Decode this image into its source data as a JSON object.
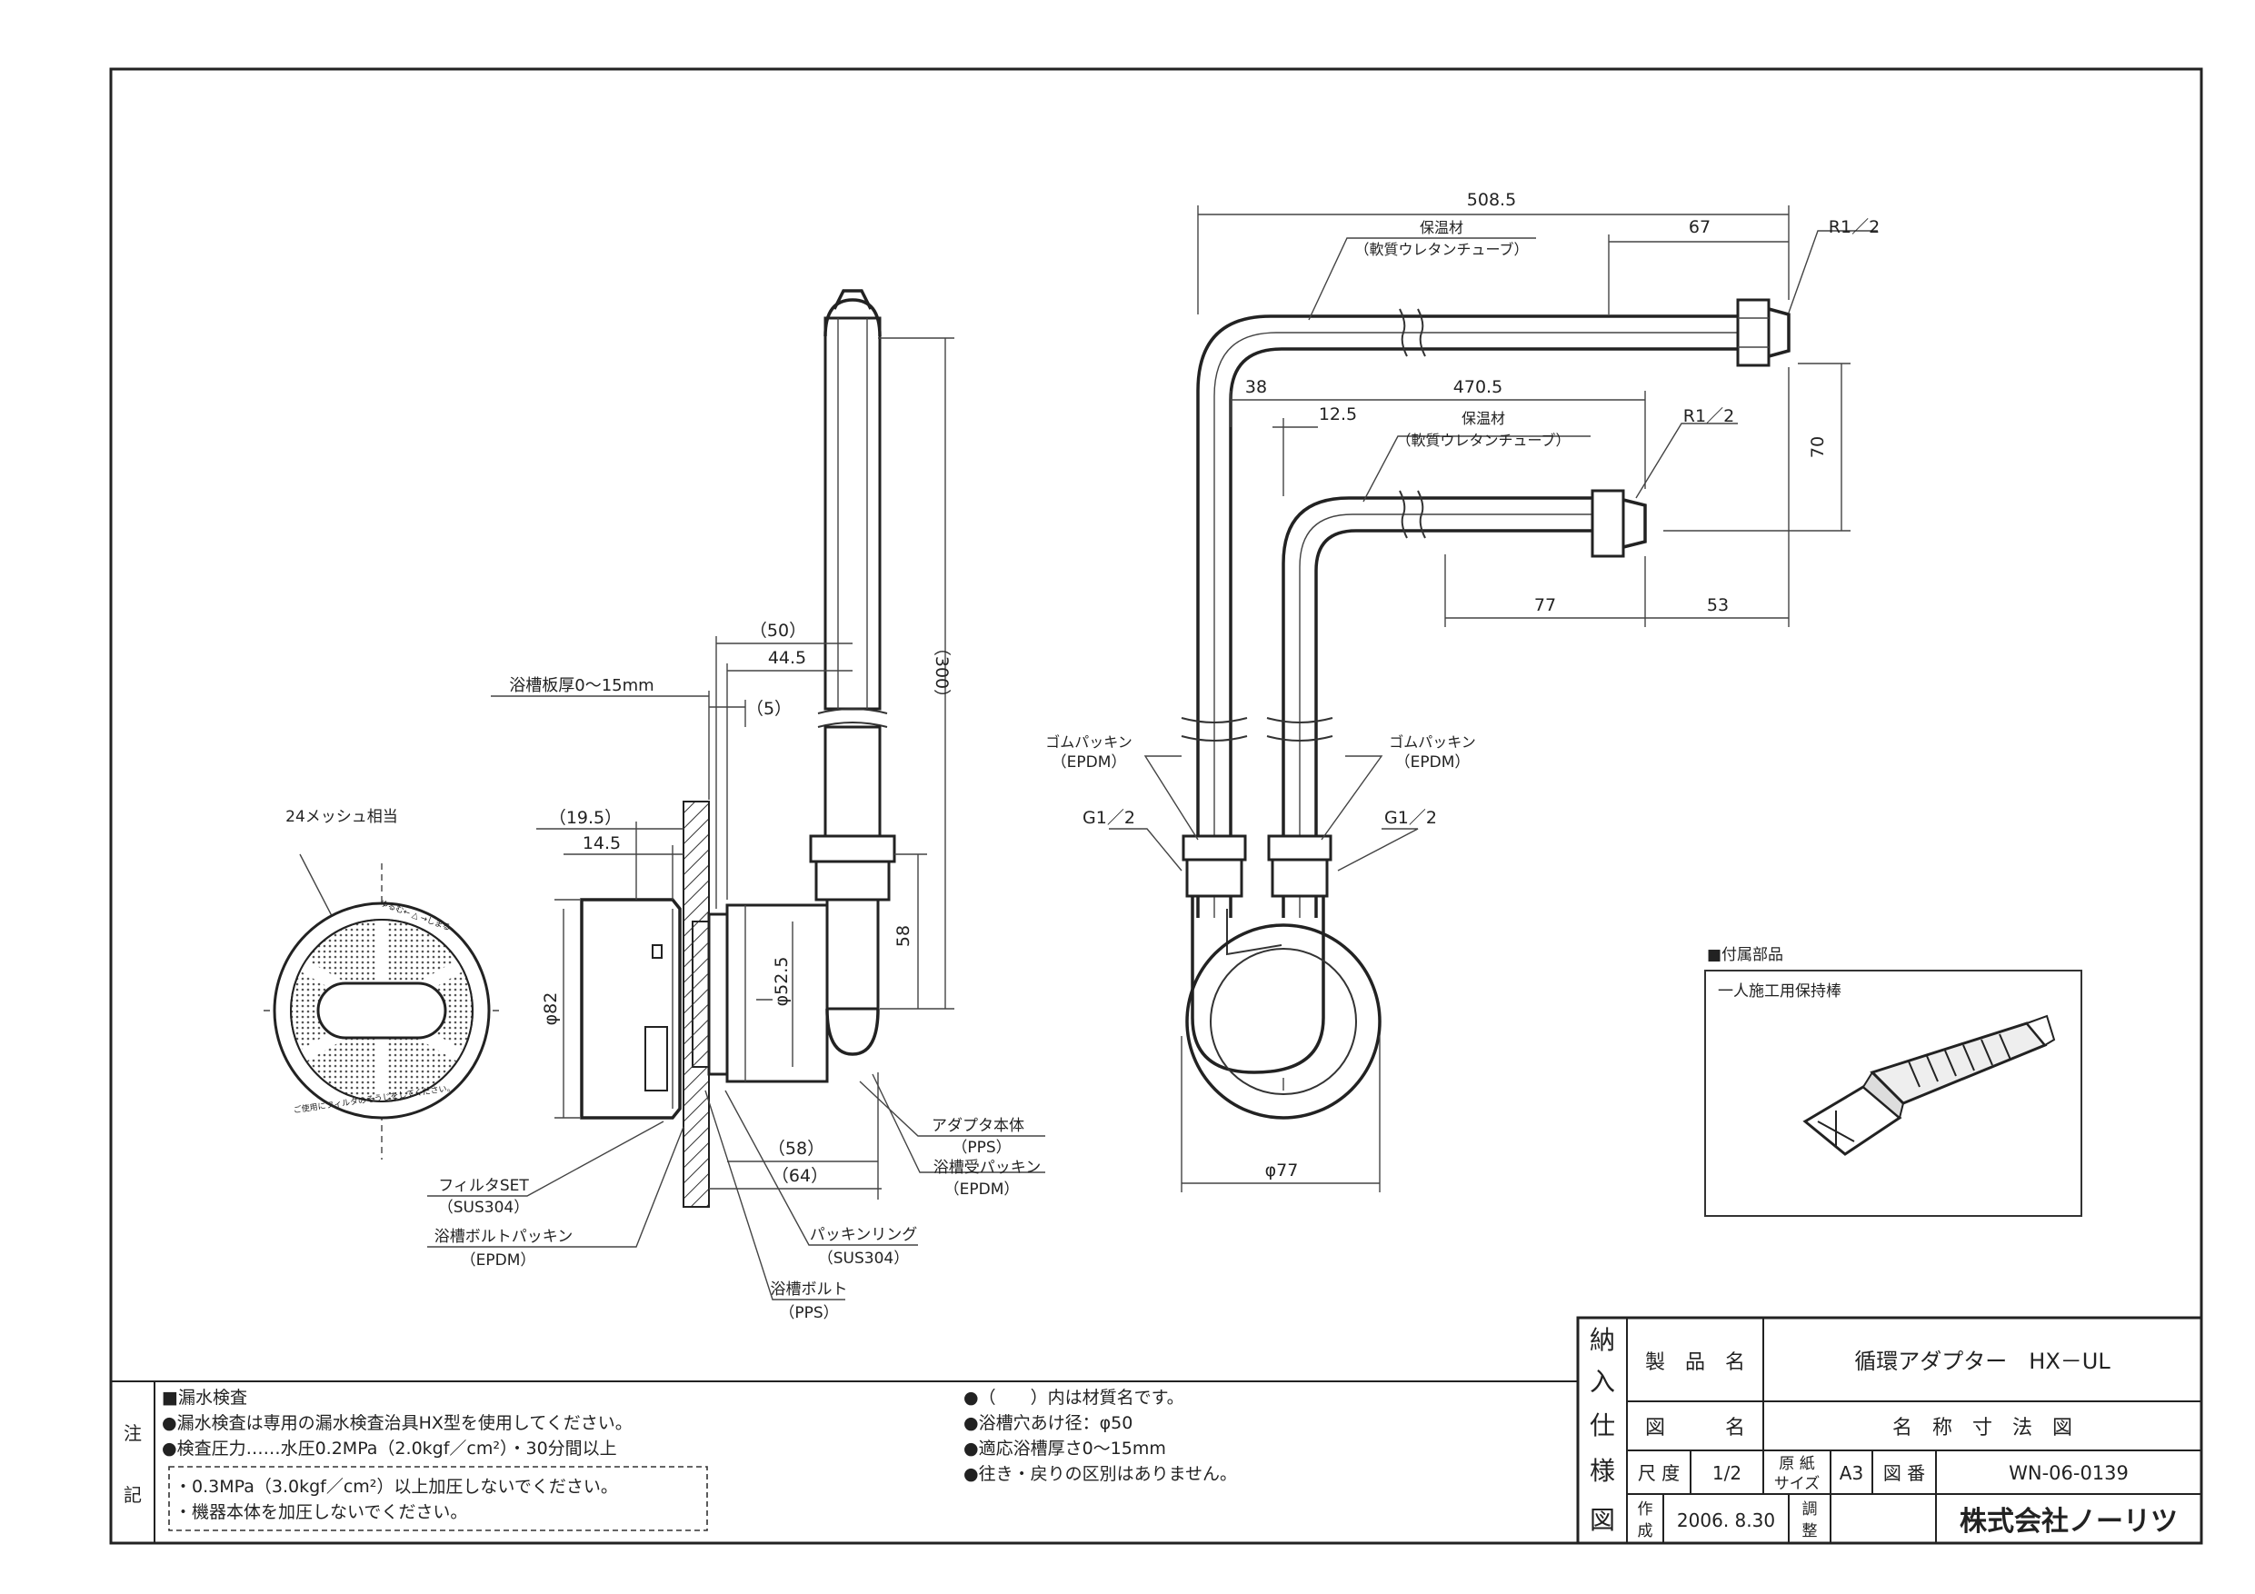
{
  "dims_front": {
    "d_508_5": "508.5",
    "d_67": "67",
    "d_r12_top": "R1／2",
    "insul_top": "保温材",
    "insul_top_sub": "（軟質ウレタンチューブ）",
    "d_38": "38",
    "d_470_5": "470.5",
    "d_12_5": "12.5",
    "insul_bot": "保温材",
    "insul_bot_sub": "（軟質ウレタンチューブ）",
    "d_r12_bot": "R1／2",
    "d_70": "70",
    "d_77": "77",
    "d_53": "53",
    "gasket_l": "ゴムパッキン",
    "gasket_l_sub": "（EPDM）",
    "gasket_r": "ゴムパッキン",
    "gasket_r_sub": "（EPDM）",
    "g12_l": "G1／2",
    "g12_r": "G1／2",
    "d_77phi": "φ77"
  },
  "dims_side": {
    "d_50": "（50）",
    "d_44_5": "44.5",
    "plate": "浴槽板厚0～15mm",
    "d_5": "（5）",
    "d_300": "（300）",
    "d_19_5": "（19.5）",
    "d_14_5": "14.5",
    "d_58": "58",
    "d_52_5": "φ52.5",
    "d_82": "φ82",
    "d_58p": "（58）",
    "d_64p": "（64）",
    "adapter": "アダプタ本体",
    "adapter_sub": "（PPS）",
    "tub_gasket": "浴槽受パッキン",
    "tub_gasket_sub": "（EPDM）",
    "filter": "フィルタSET",
    "filter_sub": "（SUS304）",
    "bolt_gasket": "浴槽ボルトパッキン",
    "bolt_gasket_sub": "（EPDM）",
    "ring": "パッキンリング",
    "ring_sub": "（SUS304）",
    "bolt": "浴槽ボルト",
    "bolt_sub": "（PPS）",
    "mesh": "24メッシュ相当"
  },
  "accessory": {
    "header": "■付属部品",
    "item": "一人施工用保持棒"
  },
  "notes": {
    "side_label_1": "注",
    "side_label_2": "記",
    "left": [
      "■漏水検査",
      "●漏水検査は専用の漏水検査治具HX型を使用してください。",
      "●検査圧力……水圧0.2MPa（2.0kgf／cm²）・30分間以上"
    ],
    "boxed": [
      "・0.3MPa（3.0kgf／cm²）以上加圧しないでください。",
      "・機器本体を加圧しないでください。"
    ],
    "right": [
      "●（　　）内は材質名です。",
      "●浴槽穴あけ径：φ50",
      "●適応浴槽厚さ0～15mm",
      "●往き・戻りの区別はありません。"
    ]
  },
  "title_block": {
    "vertical": [
      "納",
      "入",
      "仕",
      "様",
      "図"
    ],
    "product_label": "製　品　名",
    "product_value": "循環アダプター　HX－UL",
    "drawing_label": "図　　　名",
    "drawing_value": "名　称　寸　法　図",
    "scale_label": "尺 度",
    "scale_value": "1/2",
    "paper_label": "原 紙\nサイズ",
    "paper_label_1": "原 紙",
    "paper_label_2": "サイズ",
    "paper_value": "A3",
    "drawing_no_label": "図 番",
    "drawing_no": "WN-06-0139",
    "made_label_1": "作",
    "made_label_2": "成",
    "date": "2006. 8.30",
    "check_label_1": "調",
    "check_label_2": "整",
    "company": "株式会社ノーリツ"
  },
  "filter_face": {
    "text_top": "ゆるむ← △ →しまる",
    "text_bottom": "ご使用にフィルタのそうじをしてください。"
  }
}
